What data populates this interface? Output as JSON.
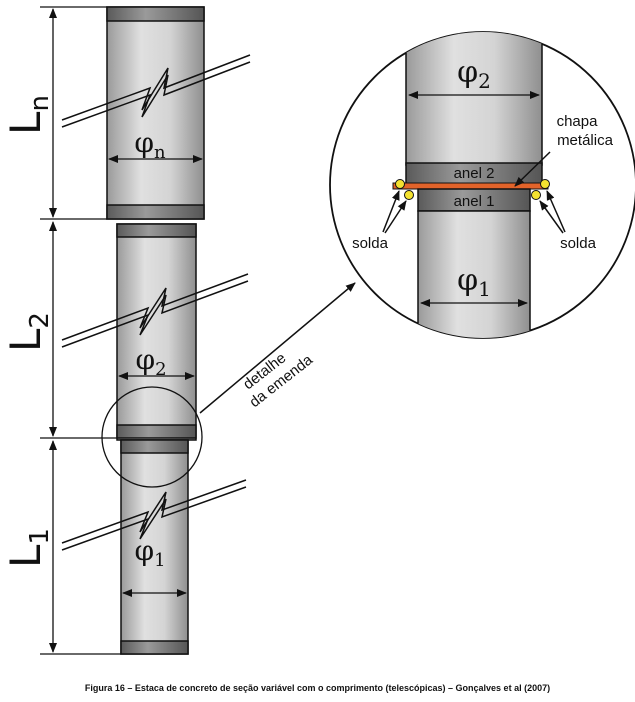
{
  "labels": {
    "Ln": "L",
    "Ln_sub": "n",
    "L2": "L",
    "L2_sub": "2",
    "L1": "L",
    "L1_sub": "1",
    "phi_n": "φ",
    "phi_n_sub": "n",
    "phi_2": "φ",
    "phi_2_sub": "2",
    "phi_1": "φ",
    "phi_1_sub": "1",
    "detail_line1": "detalhe",
    "detail_line2": "da emenda",
    "detail_phi2": "φ",
    "detail_phi2_sub": "2",
    "detail_phi1": "φ",
    "detail_phi1_sub": "1",
    "chapa_line1": "chapa",
    "chapa_line2": "metálica",
    "anel2": "anel 2",
    "anel1": "anel 1",
    "solda_left": "solda",
    "solda_right": "solda"
  },
  "caption": "Figura 16 – Estaca de concreto de seção variável com o comprimento (telescópicas) – Gonçalves et al (2007)",
  "colors": {
    "pile_body": "#d2d2d2",
    "ring": "#808080",
    "plate": "#e2632a",
    "weld": "#f4e230",
    "outline": "#111111"
  }
}
